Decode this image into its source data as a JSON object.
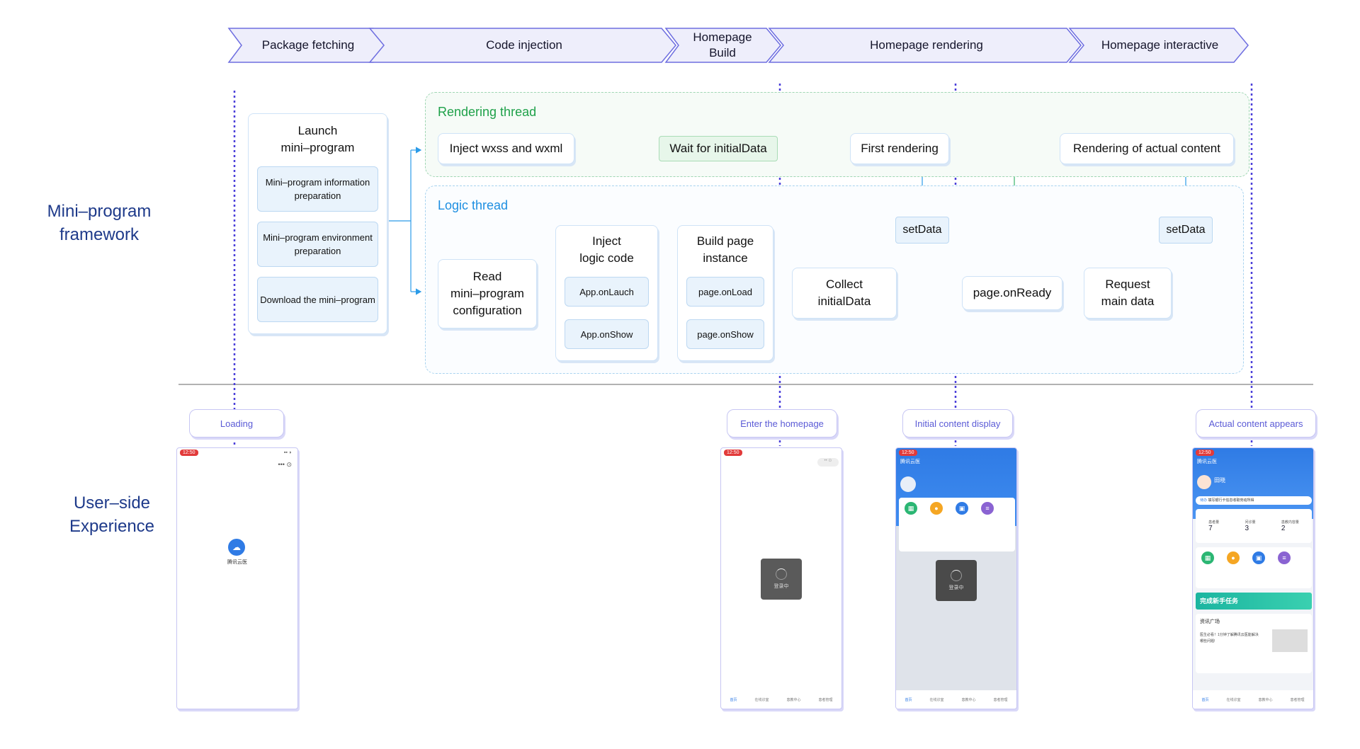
{
  "stages": [
    {
      "label": "Package fetching"
    },
    {
      "label": "Code injection"
    },
    {
      "label": "Homepage\nBuild"
    },
    {
      "label": "Homepage rendering"
    },
    {
      "label": "Homepage interactive"
    }
  ],
  "side_titles": {
    "framework": "Mini–program\nframework",
    "user_side": "User–side\nExperience"
  },
  "launch_group": {
    "title": "Launch\nmini–program",
    "items": [
      "Mini–program information preparation",
      "Mini–program environment preparation",
      "Download the mini–program"
    ]
  },
  "rendering_thread": {
    "title": "Rendering thread",
    "inject": "Inject wxss and wxml",
    "wait": "Wait for initialData",
    "first": "First rendering",
    "actual": "Rendering of actual content"
  },
  "logic_thread": {
    "title": "Logic thread",
    "read_config": "Read\nmini–program\nconfiguration",
    "inject_logic": {
      "title": "Inject\nlogic code",
      "items": [
        "App.onLauch",
        "App.onShow"
      ]
    },
    "build_page": {
      "title": "Build page\ninstance",
      "items": [
        "page.onLoad",
        "page.onShow"
      ]
    },
    "collect": "Collect\ninitialData",
    "on_ready": "page.onReady",
    "request": "Request\nmain data",
    "set_data": "setData"
  },
  "milestones": {
    "loading": "Loading",
    "enter": "Enter the homepage",
    "initial": "Initial content display",
    "actual": "Actual content appears"
  },
  "phone": {
    "time": "12:50",
    "app_name": "腾讯云医",
    "loading_text": "登录中",
    "doctor_name": "田晓",
    "todo_label": "待办",
    "todo_text": "填写银行卡信息收取劳动所得",
    "stats": [
      {
        "label": "患者量",
        "value": "7"
      },
      {
        "label": "问诊量",
        "value": "3"
      },
      {
        "label": "患教内容量",
        "value": "2"
      }
    ],
    "banner": "完成新手任务",
    "news_title": "资讯广场",
    "news_text": "医生必看！1分钟了解腾讯云医能解决哪些问题!",
    "tabs": [
      "首页",
      "在线诊室",
      "患教中心",
      "患者管理"
    ]
  },
  "colors": {
    "stage_fill": "#eeeefb",
    "stage_stroke": "#6e6ee0",
    "milestone_line": "#4a3fd9",
    "render_green": "#1fa14a",
    "logic_blue": "#1e8fe1",
    "arrow_blue": "#2b9be8",
    "arrow_green": "#3ab56a"
  }
}
